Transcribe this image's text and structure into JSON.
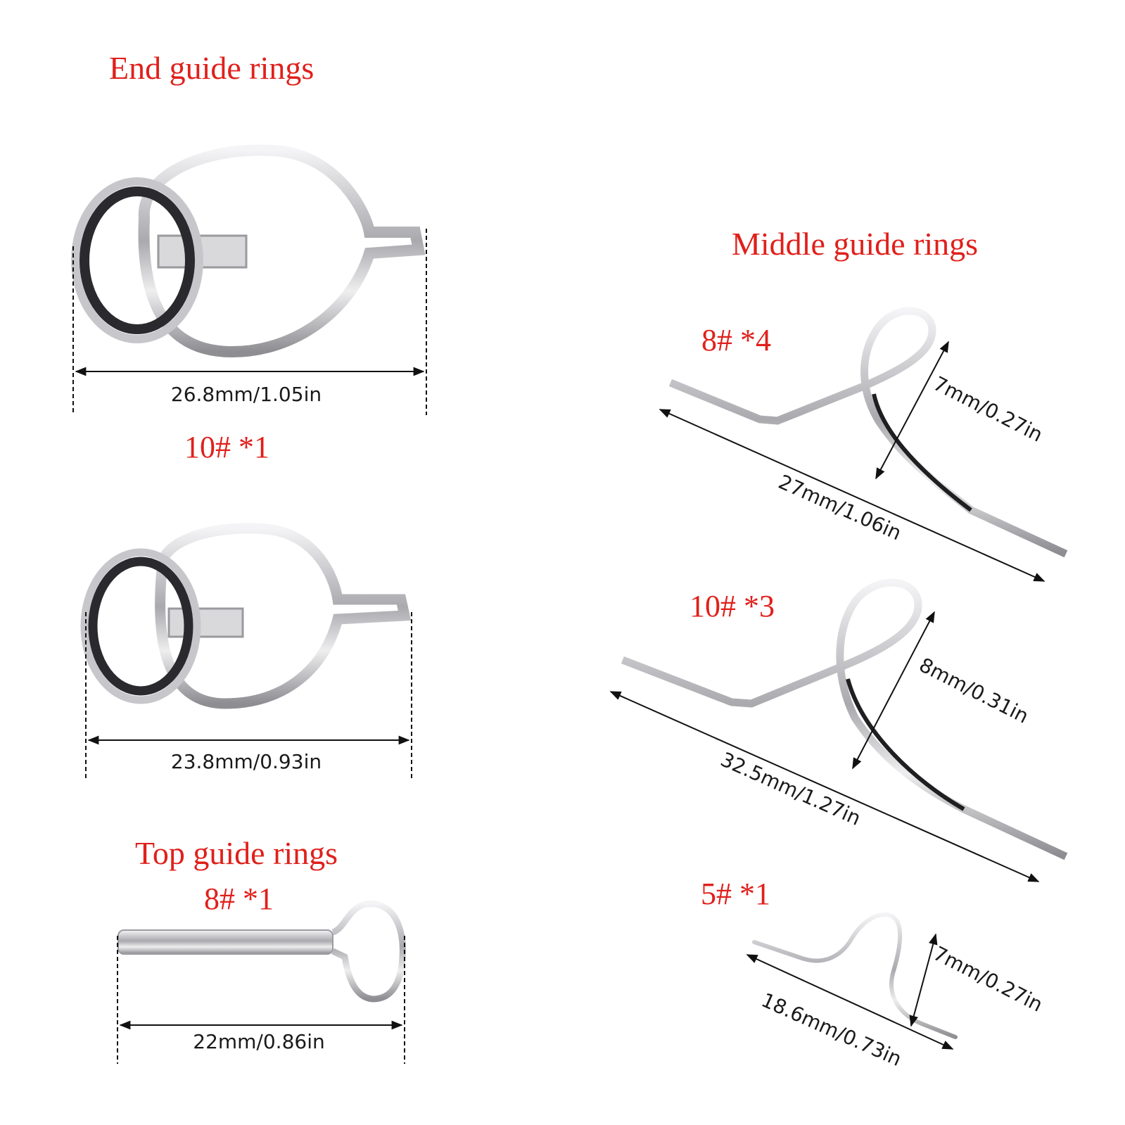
{
  "sections": {
    "end_title": "End guide rings",
    "middle_title": "Middle guide rings",
    "top_title": "Top guide rings"
  },
  "end_guides": [
    {
      "label": "",
      "dimension": "26.8mm/1.05in"
    },
    {
      "label": "10# *1",
      "dimension": "23.8mm/0.93in"
    }
  ],
  "top_guide": {
    "label": "8# *1",
    "dimension": "22mm/0.86in"
  },
  "middle_guides": [
    {
      "label": "8# *4",
      "length": "27mm/1.06in",
      "height": "7mm/0.27in"
    },
    {
      "label": "10# *3",
      "length": "32.5mm/1.27in",
      "height": "8mm/0.31in"
    },
    {
      "label": "5# *1",
      "length": "18.6mm/0.73in",
      "height": "7mm/0.27in"
    }
  ],
  "colors": {
    "label_red": "#e0201b",
    "metal": "#c8c8cc",
    "ceramic": "#2a2a2e"
  }
}
